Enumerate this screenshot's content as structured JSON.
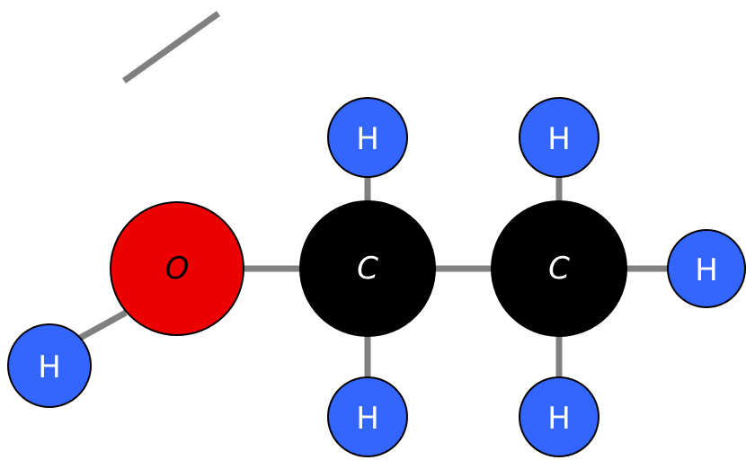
{
  "diagram": {
    "type": "ball-and-stick molecule",
    "colors": {
      "bond": "#808080",
      "hydrogen_fill": "#3366ff",
      "oxygen_fill": "#ee0000",
      "carbon_fill": "#000000",
      "hydrogen_text": "#ffffff",
      "oxygen_text": "#000000",
      "carbon_text": "#ffffff"
    },
    "atoms": {
      "oxygen": "O",
      "carbon1": "C",
      "carbon2": "C",
      "h_hydroxyl": "H",
      "h_c1_top": "H",
      "h_c1_bottom": "H",
      "h_c2_top": "H",
      "h_c2_bottom": "H",
      "h_c2_right": "H"
    }
  }
}
